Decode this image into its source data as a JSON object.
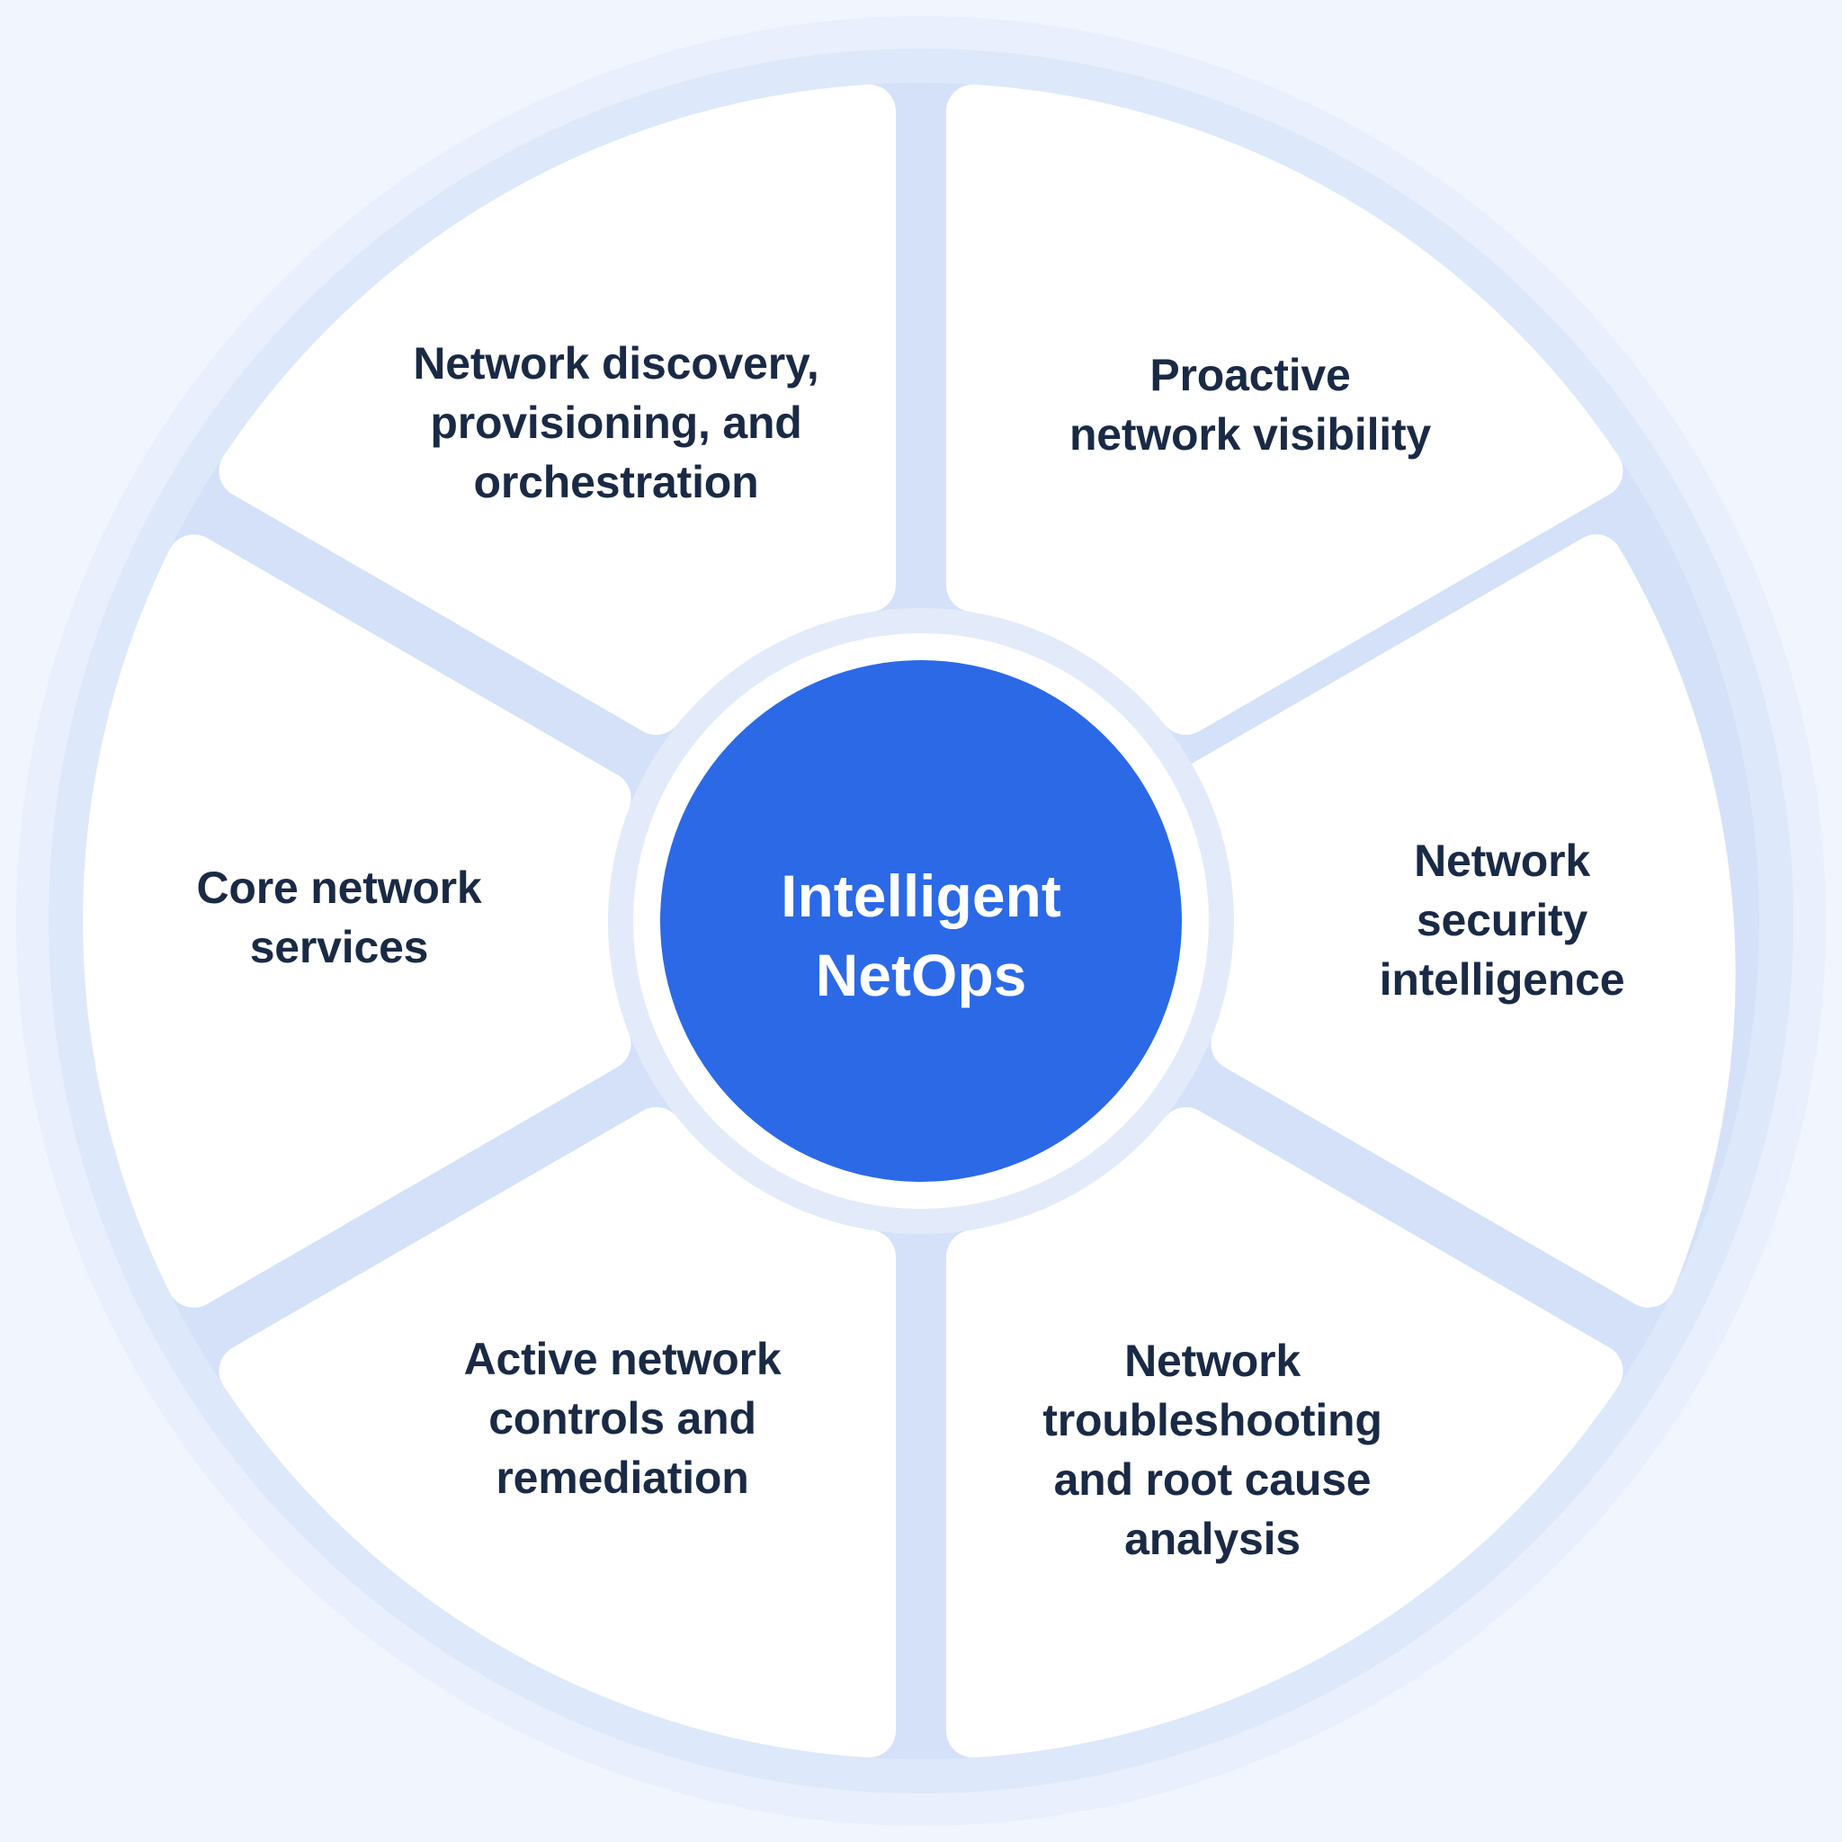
{
  "diagram": {
    "title": "Intelligent NetOps wheel",
    "center": {
      "label": "Intelligent\nNetOps"
    },
    "segments": [
      {
        "id": "network-discovery",
        "position": "top-left",
        "label": "Network discovery,\nprovisioning, and\norchestration"
      },
      {
        "id": "proactive-visibility",
        "position": "top-right",
        "label": "Proactive\nnetwork visibility"
      },
      {
        "id": "security-intelligence",
        "position": "right",
        "label": "Network\nsecurity\nintelligence"
      },
      {
        "id": "troubleshooting-rca",
        "position": "bottom-right",
        "label": "Network\ntroubleshooting\nand root cause\nanalysis"
      },
      {
        "id": "active-controls",
        "position": "bottom-left",
        "label": "Active network\ncontrols and\nremediation"
      },
      {
        "id": "core-services",
        "position": "left",
        "label": "Core network\nservices"
      }
    ],
    "colors": {
      "background": "#f1f5fd",
      "wheel_glow": "#e9effc",
      "wheel_rim": "#dde8fa",
      "spoke": "#d4e1f8",
      "segment_fill": "#ffffff",
      "hub_halo": "#e3ebfa",
      "hub_ring": "#ffffff",
      "hub_fill": "#2b69e6",
      "hub_text": "#ffffff",
      "label_text": "#1a2a45"
    }
  }
}
